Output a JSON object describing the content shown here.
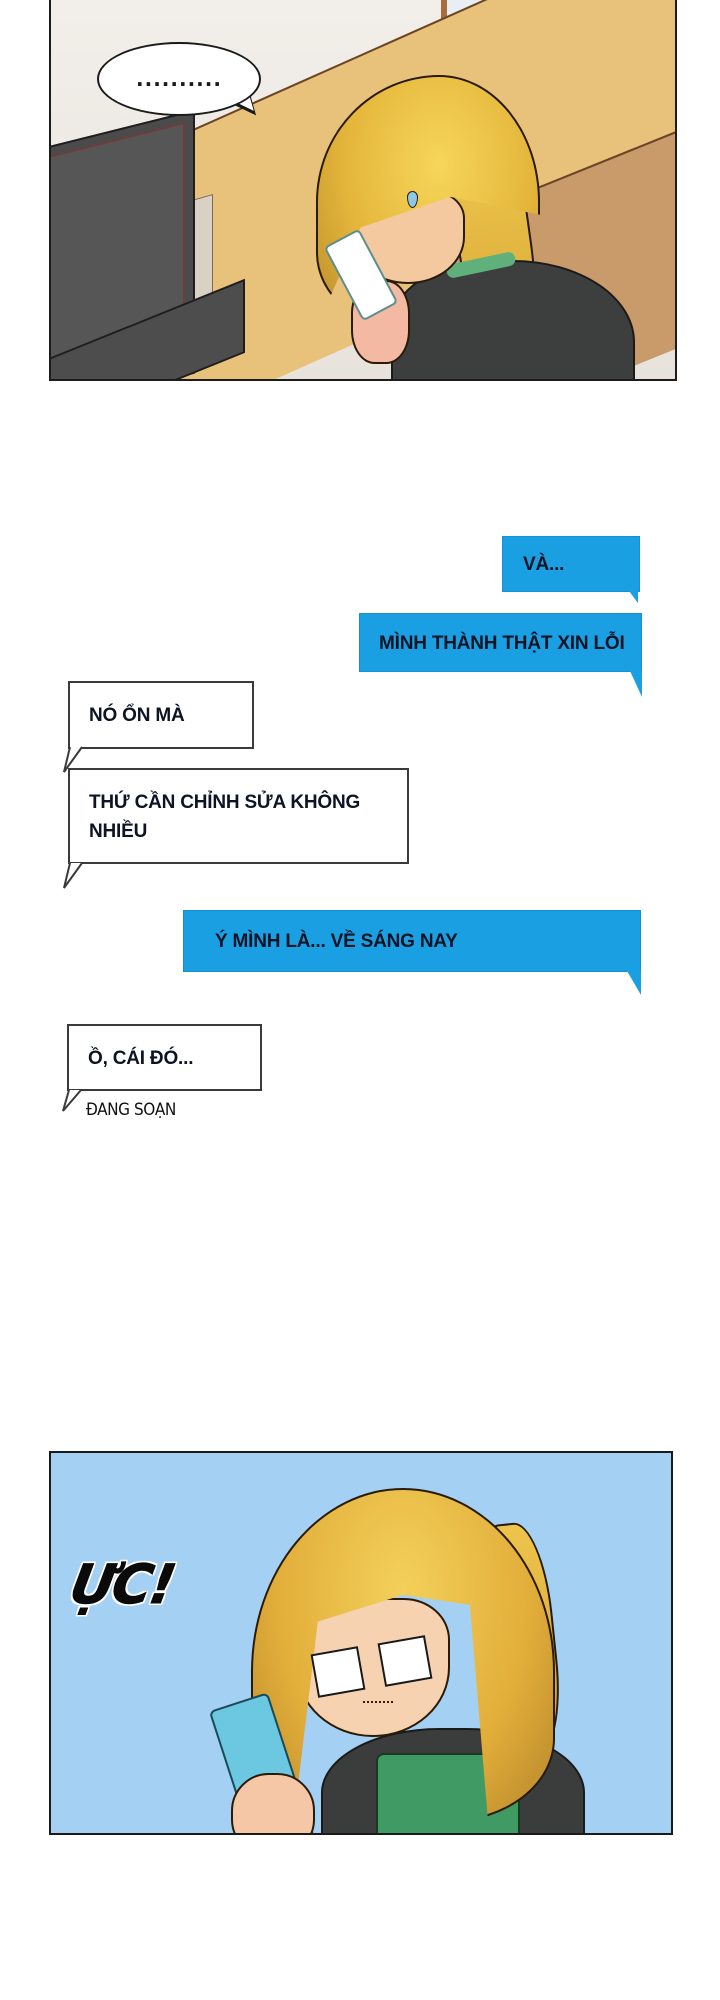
{
  "panels": {
    "top": {
      "thought_bubble": "..........",
      "description": "Blonde girl at counter looking at phone, sweat drop"
    },
    "bottom": {
      "sfx": "ỰC!",
      "description": "Chibi blonde girl with blank eyes holding blue phone"
    }
  },
  "chat": {
    "messages": [
      {
        "side": "right",
        "style": "blue",
        "text": "VÀ..."
      },
      {
        "side": "right",
        "style": "blue",
        "text": "MÌNH THÀNH THẬT XIN LỖI"
      },
      {
        "side": "left",
        "style": "white",
        "text": "NÓ ỔN MÀ"
      },
      {
        "side": "left",
        "style": "white",
        "text_line1": "THỨ CẦN CHỈNH SỬA KHÔNG",
        "text_line2": "NHIỀU"
      },
      {
        "side": "right",
        "style": "blue",
        "text": "Ý MÌNH LÀ... VỀ SÁNG NAY"
      },
      {
        "side": "left",
        "style": "white",
        "text": "Ồ, CÁI ĐÓ..."
      }
    ],
    "typing_indicator": "ĐANG SOẠN"
  },
  "colors": {
    "bubble_blue": "#1a9fe3",
    "bubble_white": "#ffffff",
    "panel_sky": "#a4d0f4",
    "hair": "#e4b63b"
  }
}
